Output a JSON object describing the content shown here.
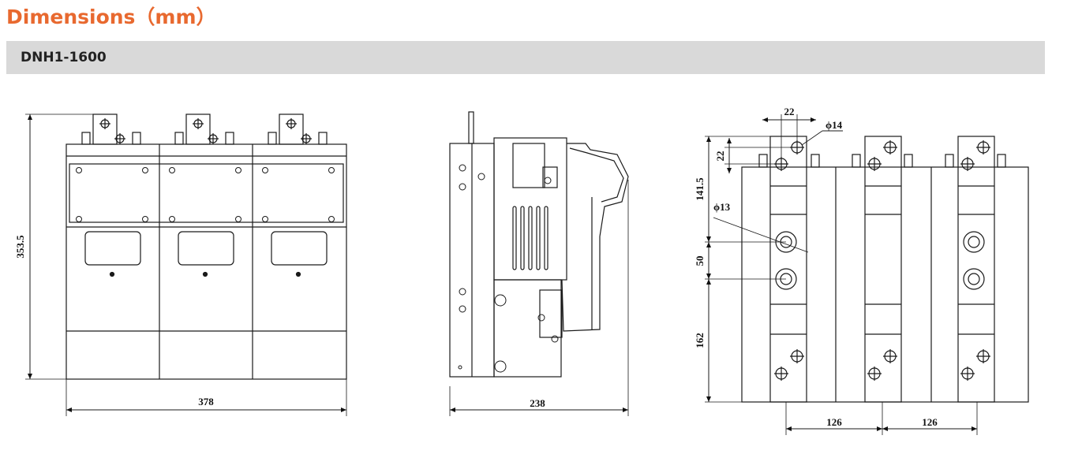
{
  "header": {
    "title": "Dimensions（mm）"
  },
  "model": {
    "label": "DNH1-1600"
  },
  "colors": {
    "title": "#e8692f",
    "bar": "#d9d9d9",
    "line": "#1a1a1a"
  },
  "views": {
    "front": {
      "width_dim": "378",
      "height_dim": "353.5"
    },
    "side": {
      "width_dim": "238"
    },
    "mounting": {
      "d_top_w": "22",
      "d_top_h": "22",
      "d_hole14": "ϕ14",
      "d_141": "141.5",
      "d_hole13": "ϕ13",
      "d_50": "50",
      "d_162": "162",
      "d_126a": "126",
      "d_126b": "126"
    }
  }
}
